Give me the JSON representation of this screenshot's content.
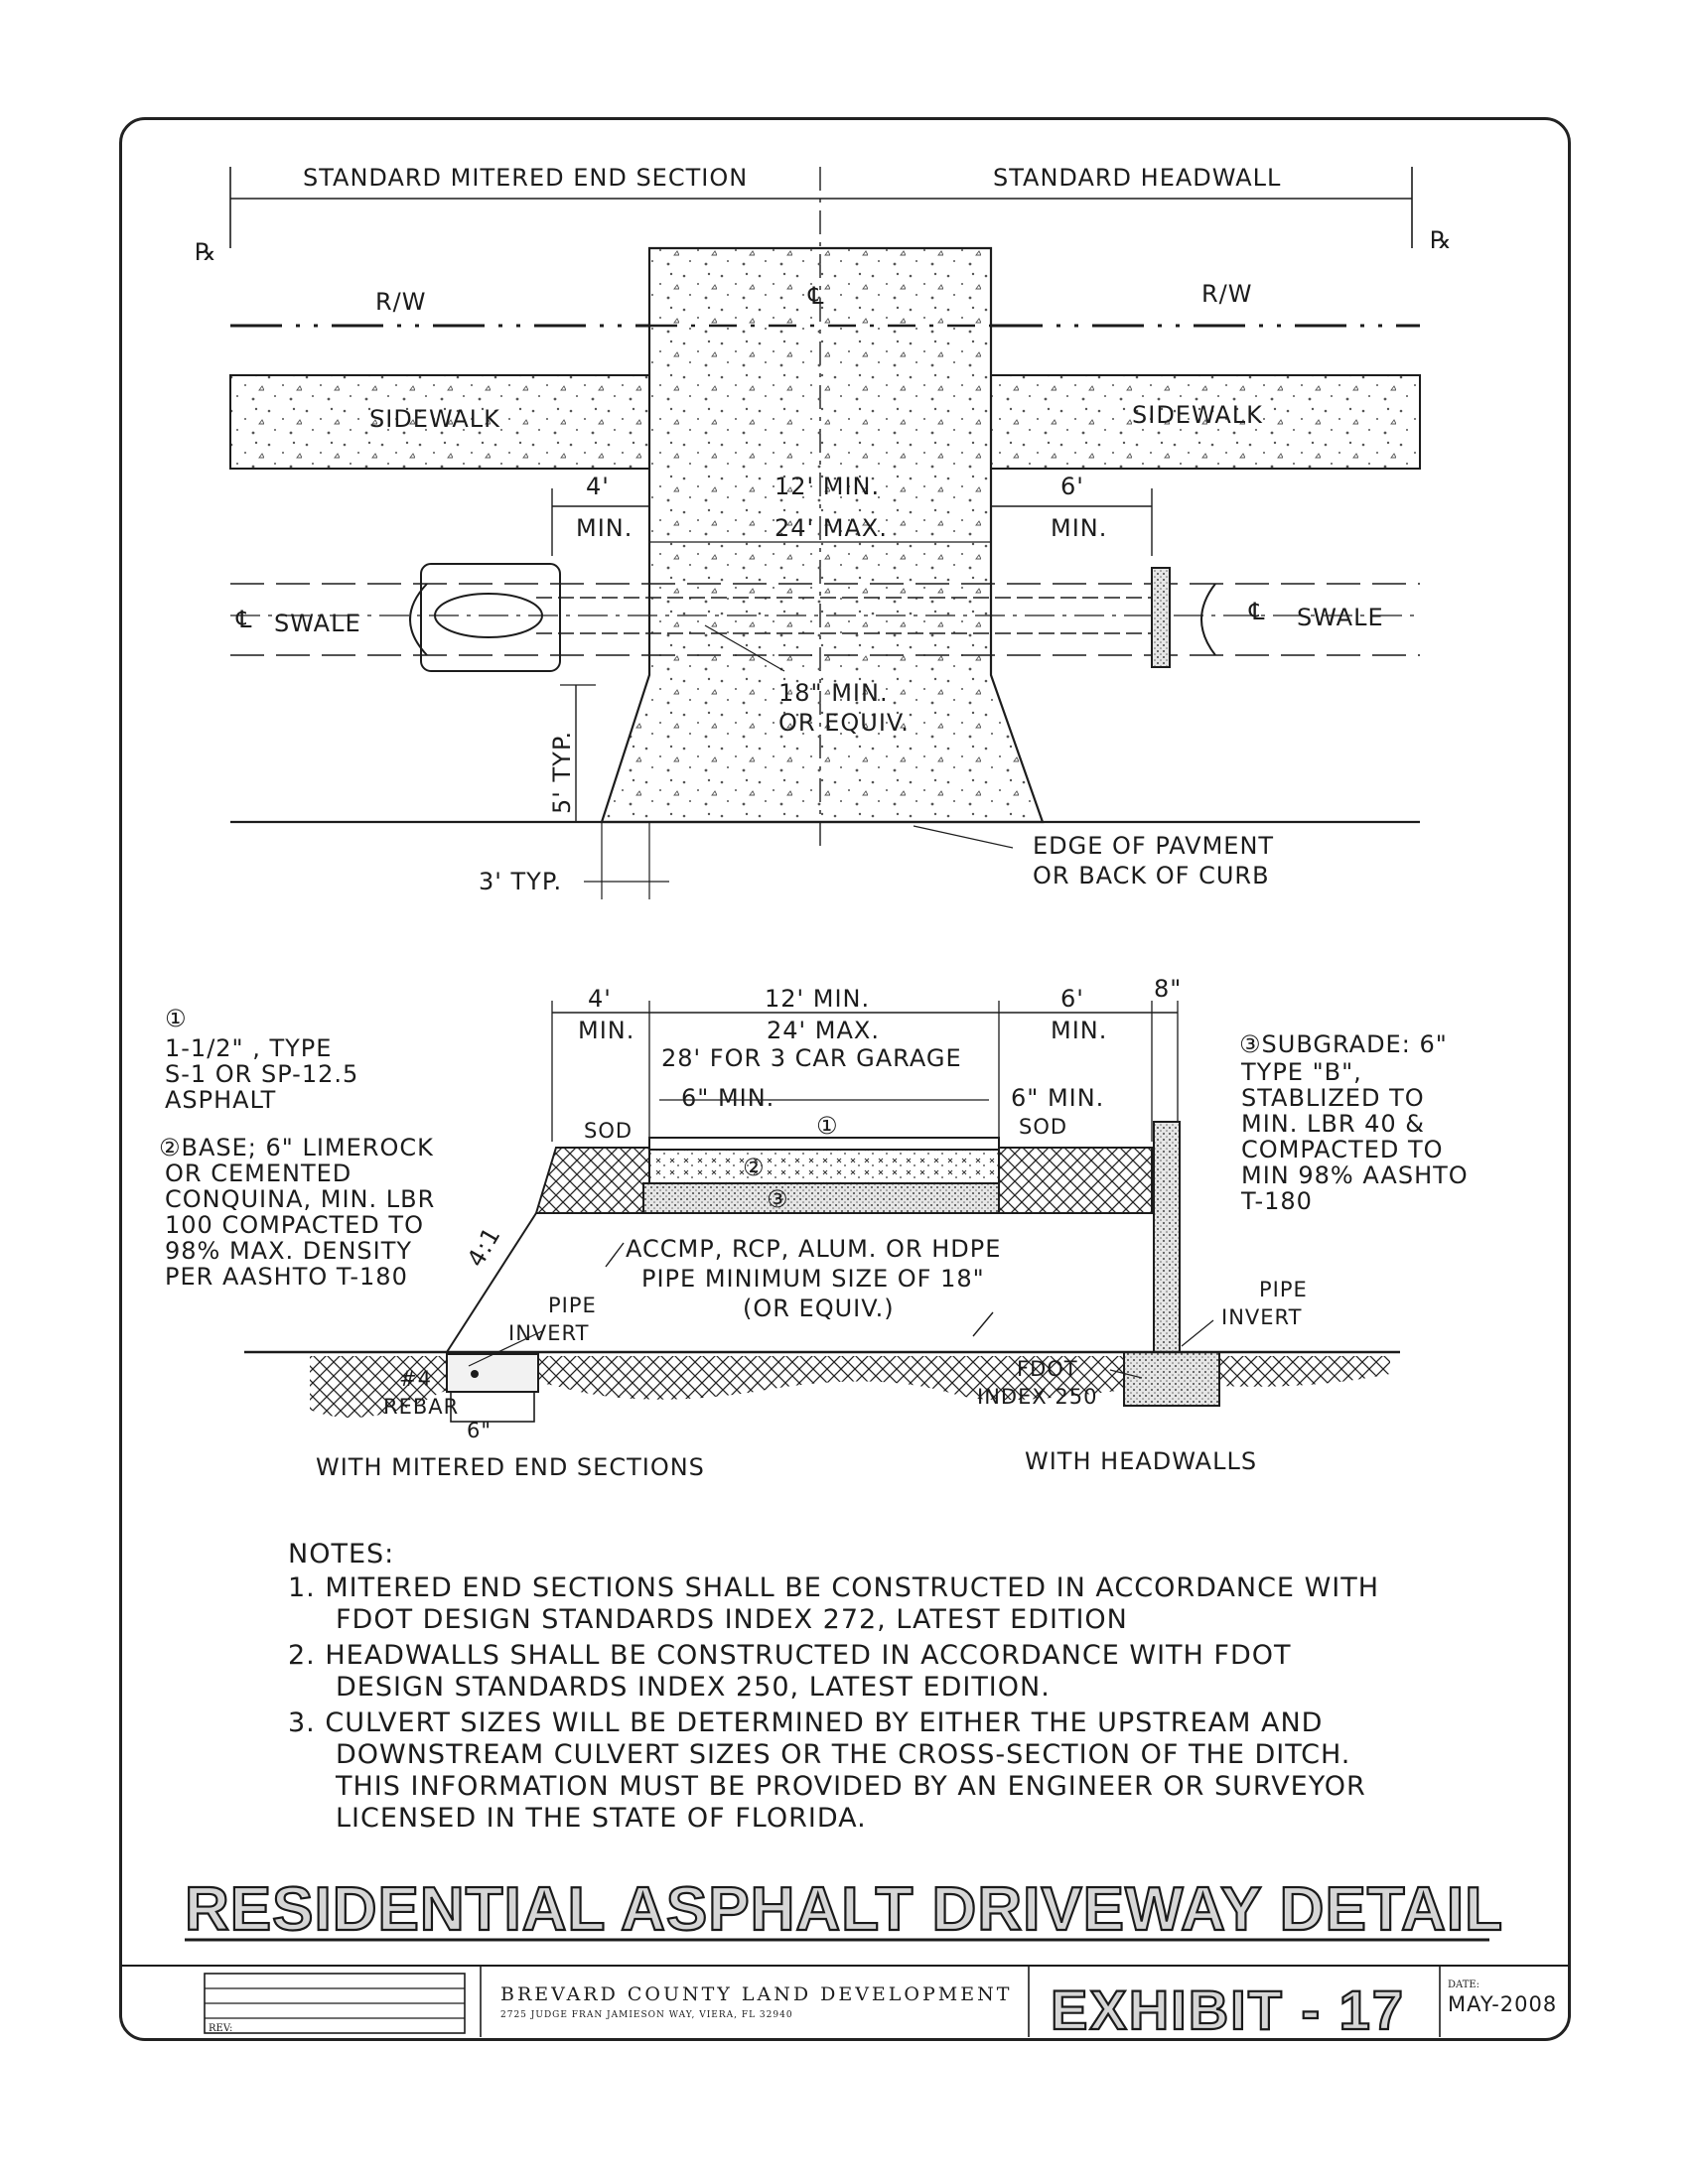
{
  "plan_view": {
    "left_section_label": "STANDARD MITERED END SECTION",
    "right_section_label": "STANDARD HEADWALL",
    "property_line_symbol": "℞",
    "row_label_left": "R/W",
    "row_label_right": "R/W",
    "centerline_symbol": "℄",
    "sidewalk_left": "SIDEWALK",
    "sidewalk_right": "SIDEWALK",
    "dim_left_value": "4'",
    "dim_left_unit": "MIN.",
    "dim_center_min": "12' MIN.",
    "dim_center_max": "24' MAX.",
    "dim_right_value": "6'",
    "dim_right_unit": "MIN.",
    "swale_left": "SWALE",
    "swale_right": "SWALE",
    "pipe_note_line1": "18\" MIN.",
    "pipe_note_line2": "OR EQUIV.",
    "flare_dim": "5' TYP.",
    "flare_width": "3' TYP.",
    "edge_note_line1": "EDGE OF PAVMENT",
    "edge_note_line2": "OR BACK OF CURB"
  },
  "section_view": {
    "dim_left_value": "4'",
    "dim_left_unit": "MIN.",
    "dim_center_line1": "12' MIN.",
    "dim_center_line2": "24' MAX.",
    "dim_center_line3": "28' FOR 3 CAR GARAGE",
    "dim_right_value": "6'",
    "dim_right_unit": "MIN.",
    "dim_wall": "8\"",
    "offset_left": "6\" MIN.",
    "offset_right": "6\" MIN.",
    "sod_left": "SOD",
    "sod_right": "SOD",
    "layer1_marker": "①",
    "layer2_marker": "②",
    "layer3_marker": "③",
    "note1_line1": "1-1/2\" , TYPE",
    "note1_line2": "S-1 OR SP-12.5",
    "note1_line3": "ASPHALT",
    "note2_line1": "②BASE; 6\" LIMEROCK",
    "note2_line2": "OR CEMENTED",
    "note2_line3": "CONQUINA, MIN. LBR",
    "note2_line4": "100 COMPACTED TO",
    "note2_line5": "98% MAX. DENSITY",
    "note2_line6": "PER AASHTO T-180",
    "note3_line1": "③SUBGRADE: 6\"",
    "note3_line2": "TYPE \"B\",",
    "note3_line3": "STABLIZED TO",
    "note3_line4": "MIN. LBR 40 &",
    "note3_line5": "COMPACTED TO",
    "note3_line6": "MIN 98% AASHTO",
    "note3_line7": "T-180",
    "slope": "4:1",
    "pipe_line1": "ACCMP, RCP, ALUM. OR HDPE",
    "pipe_line2": "PIPE MINIMUM SIZE OF 18\"",
    "pipe_line3": "(OR EQUIV.)",
    "pipe_invert_left_1": "PIPE",
    "pipe_invert_left_2": "INVERT",
    "pipe_invert_right_1": "PIPE",
    "pipe_invert_right_2": "INVERT",
    "rebar_1": "#4",
    "rebar_2": "REBAR",
    "rebar_dim": "6\"",
    "fdot_1": "FDOT",
    "fdot_2": "INDEX 250",
    "caption_left": "WITH MITERED END SECTIONS",
    "caption_right": "WITH HEADWALLS"
  },
  "notes": {
    "heading": "NOTES:",
    "n1_line1": "1. MITERED END SECTIONS SHALL BE CONSTRUCTED IN ACCORDANCE WITH",
    "n1_line2": "FDOT DESIGN STANDARDS INDEX 272, LATEST EDITION",
    "n2_line1": "2. HEADWALLS SHALL BE CONSTRUCTED IN ACCORDANCE WITH FDOT",
    "n2_line2": "DESIGN STANDARDS INDEX 250, LATEST EDITION.",
    "n3_line1": "3. CULVERT SIZES WILL BE DETERMINED BY EITHER THE UPSTREAM AND",
    "n3_line2": "DOWNSTREAM CULVERT SIZES OR THE CROSS-SECTION OF THE DITCH.",
    "n3_line3": "THIS INFORMATION MUST BE PROVIDED BY AN ENGINEER OR SURVEYOR",
    "n3_line4": "LICENSED IN THE STATE OF FLORIDA."
  },
  "title": "RESIDENTIAL ASPHALT DRIVEWAY DETAIL",
  "title_block": {
    "rev_label": "REV:",
    "agency": "BREVARD COUNTY LAND DEVELOPMENT",
    "address": "2725 JUDGE FRAN JAMIESON WAY, VIERA, FL 32940",
    "exhibit": "EXHIBIT - 17",
    "date_label": "DATE:",
    "date": "MAY-2008"
  }
}
